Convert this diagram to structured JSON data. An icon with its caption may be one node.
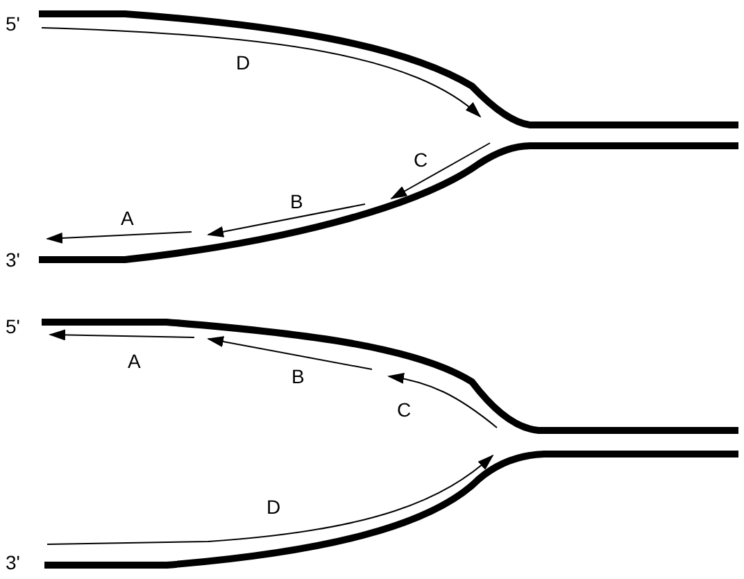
{
  "diagram": {
    "labels": [
      "5'",
      "D",
      "C",
      "B",
      "A",
      "3'",
      "5'",
      "A",
      "B",
      "C",
      "D",
      "3'"
    ]
  }
}
